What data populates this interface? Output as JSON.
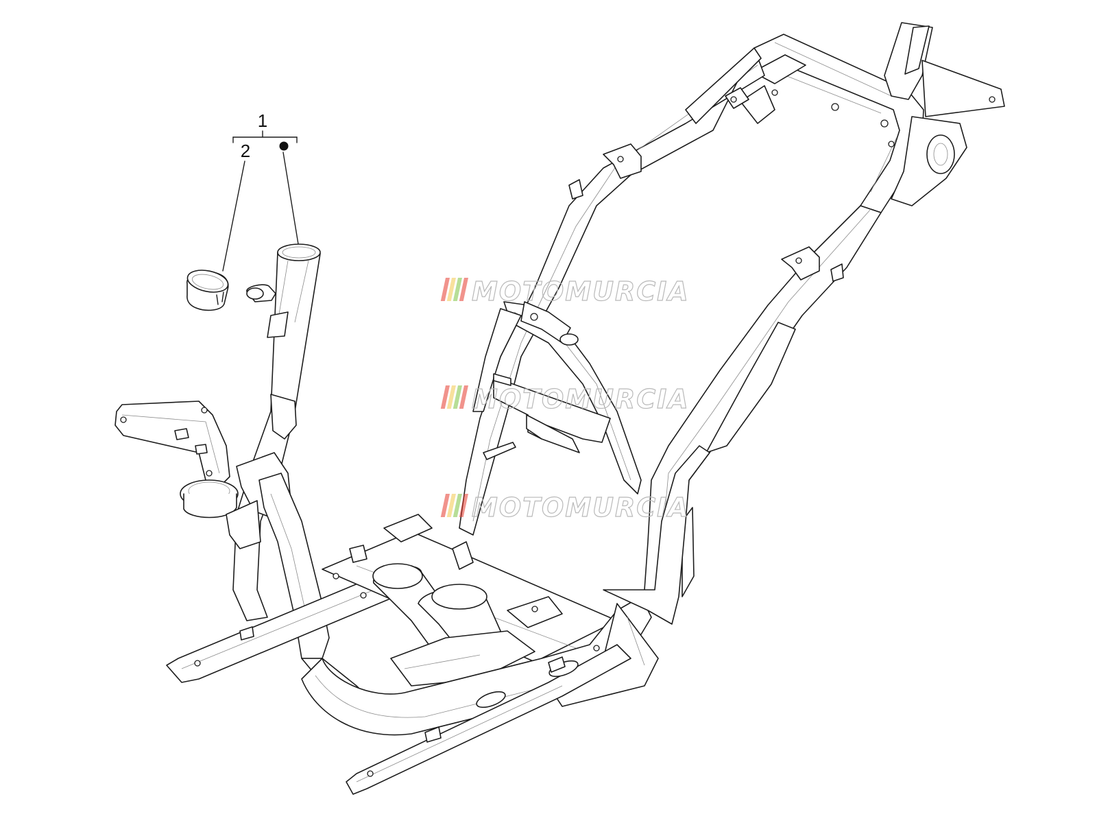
{
  "diagram": {
    "callouts": {
      "assembly": {
        "label": "1"
      },
      "part_sleeve": {
        "label": "2"
      },
      "part_frame_marker": {
        "symbol": "dot"
      }
    },
    "watermark": {
      "text": "MOTOMURCIA",
      "stripe_colors": [
        "#e63b2e",
        "#f2c94c",
        "#7cc242",
        "#e63b2e"
      ],
      "outline_color": "#b9b9b9"
    },
    "parts": [
      {
        "id": "sleeve",
        "icon": "bushing-sleeve-icon"
      },
      {
        "id": "frame",
        "icon": "scooter-chassis-frame-icon"
      }
    ]
  }
}
